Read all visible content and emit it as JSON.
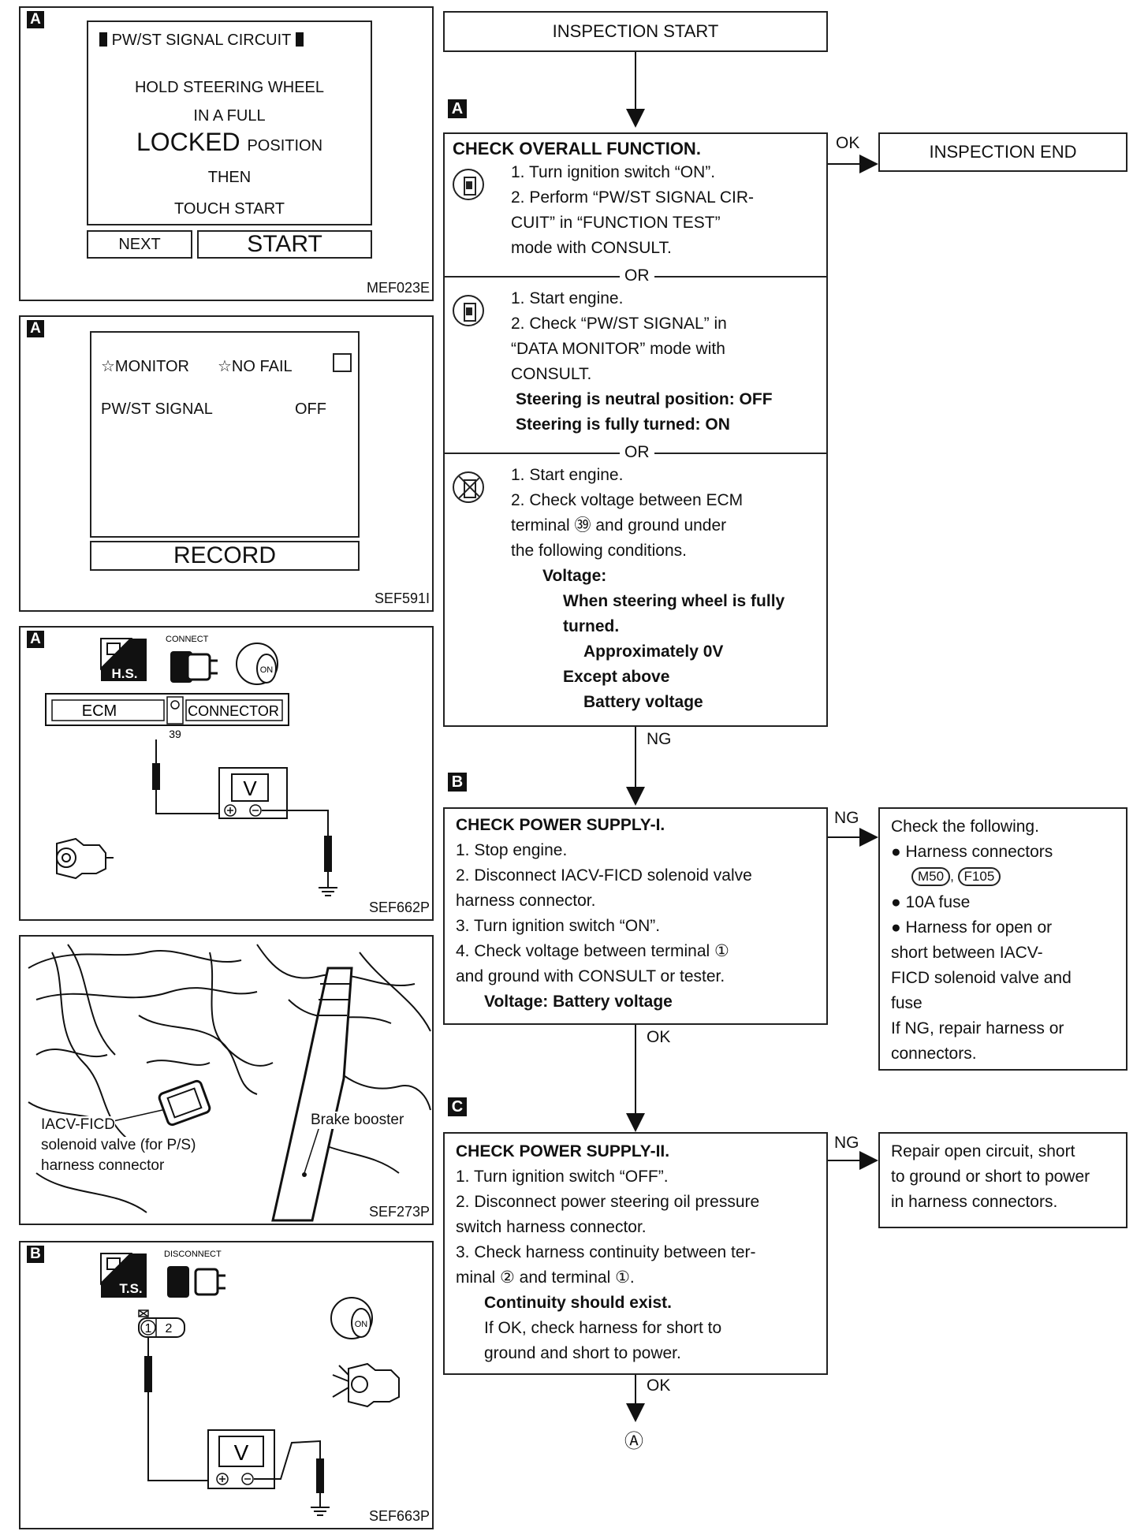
{
  "flow": {
    "inspection_start": "INSPECTION START",
    "inspection_end": "INSPECTION END",
    "ok": "OK",
    "ng": "NG",
    "connector_a": "Ⓐ",
    "step_a": {
      "marker": "A",
      "title": "CHECK OVERALL FUNCTION.",
      "m1": [
        "1.  Turn ignition switch “ON”.",
        "2.  Perform “PW/ST SIGNAL CIR-",
        "     CUIT” in “FUNCTION TEST”",
        "     mode with CONSULT."
      ],
      "or": "OR",
      "m2": [
        "1.  Start engine.",
        "2.  Check “PW/ST SIGNAL” in",
        "     “DATA MONITOR” mode with",
        "     CONSULT."
      ],
      "m2_bold": [
        "Steering is neutral position: OFF",
        "Steering is fully turned: ON"
      ],
      "m3": [
        "1.  Start engine.",
        "2.  Check voltage between ECM",
        "     terminal ㊴ and ground under",
        "     the following conditions."
      ],
      "m3_bold": [
        "Voltage:",
        "When steering wheel is fully",
        "turned.",
        "Approximately 0V",
        "Except above",
        "Battery voltage"
      ]
    },
    "step_b": {
      "marker": "B",
      "title": "CHECK POWER SUPPLY-I.",
      "lines": [
        "1.  Stop engine.",
        "2.  Disconnect IACV-FICD solenoid valve",
        "     harness connector.",
        "3.  Turn ignition switch “ON”.",
        "4.  Check voltage between terminal ①",
        "     and ground with CONSULT or tester."
      ],
      "bold": "Voltage: Battery voltage",
      "ng_box": [
        "Check the following.",
        "● Harness connectors",
        "● 10A fuse",
        "● Harness for open or",
        "   short between IACV-",
        "   FICD solenoid valve and",
        "   fuse",
        "If NG, repair harness or",
        "connectors."
      ],
      "connectors": [
        "M50",
        "F105"
      ]
    },
    "step_c": {
      "marker": "C",
      "title": "CHECK POWER SUPPLY-II.",
      "lines": [
        "1.  Turn ignition switch “OFF”.",
        "2.  Disconnect power steering oil pressure",
        "     switch harness connector.",
        "3.  Check harness continuity between ter-",
        "     minal ② and terminal ①."
      ],
      "bold": "Continuity should exist.",
      "after": [
        "If OK, check harness for short to",
        "ground and short to power."
      ],
      "ng_box": [
        "Repair open circuit, short",
        "to ground or short to power",
        "in harness connectors."
      ]
    }
  },
  "panels": {
    "p1": {
      "tag": "A",
      "code": "MEF023E",
      "title": "PW/ST SIGNAL CIRCUIT",
      "lines": [
        "HOLD STEERING WHEEL",
        "IN A FULL",
        "THEN",
        "TOUCH START"
      ],
      "locked": "LOCKED",
      "position": "POSITION",
      "next": "NEXT",
      "start": "START"
    },
    "p2": {
      "tag": "A",
      "code": "SEF591I",
      "monitor": "☆MONITOR",
      "nofail": "☆NO FAIL",
      "signal": "PW/ST SIGNAL",
      "value": "OFF",
      "record": "RECORD"
    },
    "p3": {
      "tag": "A",
      "code": "SEF662P",
      "connect": "CONNECT",
      "ecm": "ECM",
      "connector": "CONNECTOR",
      "terminal": "39",
      "hs": "H.S.",
      "on": "ON",
      "v": "V"
    },
    "p4": {
      "code": "SEF273P",
      "label1": "IACV-FICD",
      "label2": "solenoid valve (for P/S)",
      "label3": "harness connector",
      "brake": "Brake booster"
    },
    "p5": {
      "tag": "B",
      "code": "SEF663P",
      "disconnect": "DISCONNECT",
      "ts": "T.S.",
      "t1": "1",
      "t2": "2",
      "on": "ON",
      "v": "V"
    }
  }
}
